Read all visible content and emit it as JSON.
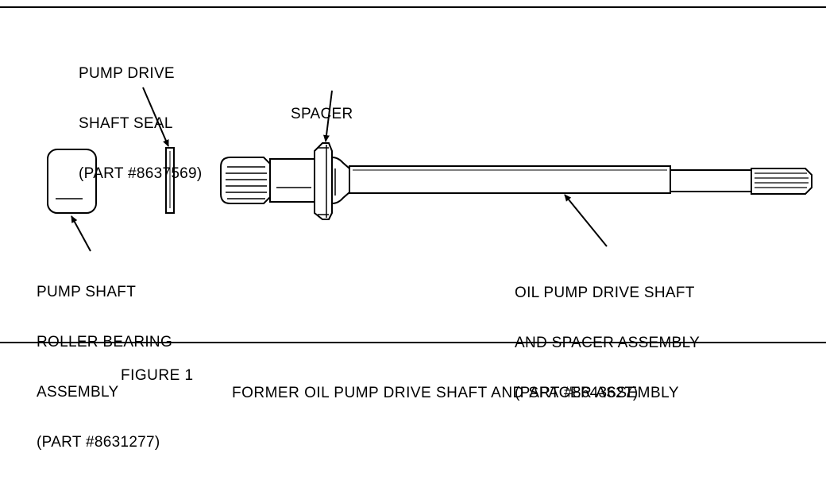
{
  "labels": {
    "seal": [
      "PUMP DRIVE",
      "SHAFT SEAL",
      "(PART #8637569)"
    ],
    "spacer": [
      "SPACER"
    ],
    "bearing": [
      "PUMP SHAFT",
      "ROLLER BEARING",
      "ASSEMBLY",
      "(PART #8631277)"
    ],
    "shaft": [
      "OIL PUMP DRIVE SHAFT",
      "AND SPACER ASSEMBLY",
      "(PART #8643627)"
    ]
  },
  "caption": {
    "figure_number": "FIGURE 1",
    "title": "FORMER OIL PUMP DRIVE SHAFT AND SPACER ASSEMBLY"
  }
}
